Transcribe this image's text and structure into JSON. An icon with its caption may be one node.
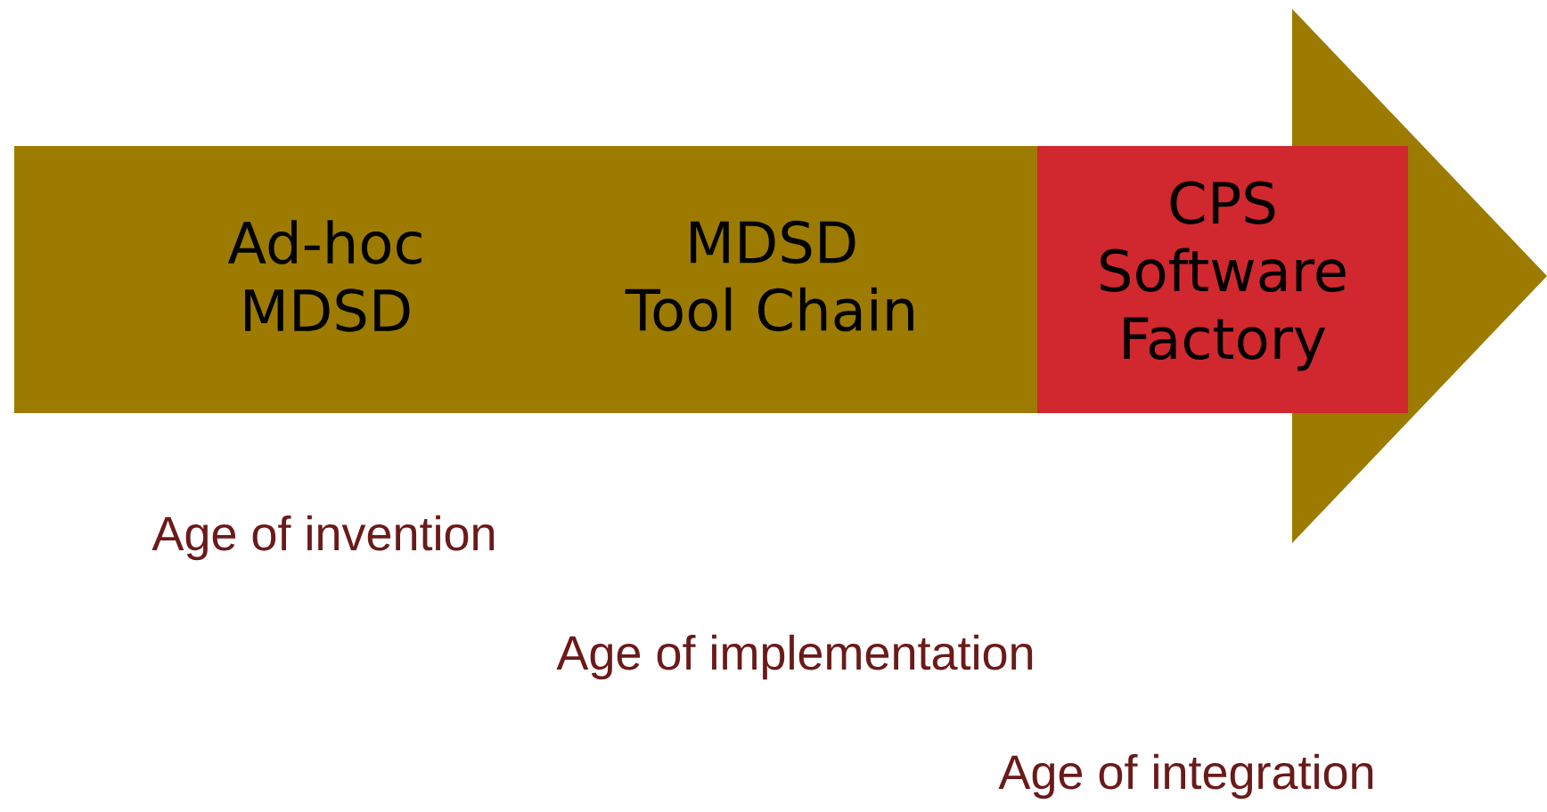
{
  "diagram": {
    "nodes": [
      {
        "text": [
          "Ad-hoc MDSD",
          "MDSD Tool Chain"
        ]
      },
      {
        "text": [
          "CPS Software Factory"
        ],
        "in": 0
      }
    ],
    "labels": [
      "Age of invention",
      "Age of implementation",
      "Age of integration"
    ]
  }
}
